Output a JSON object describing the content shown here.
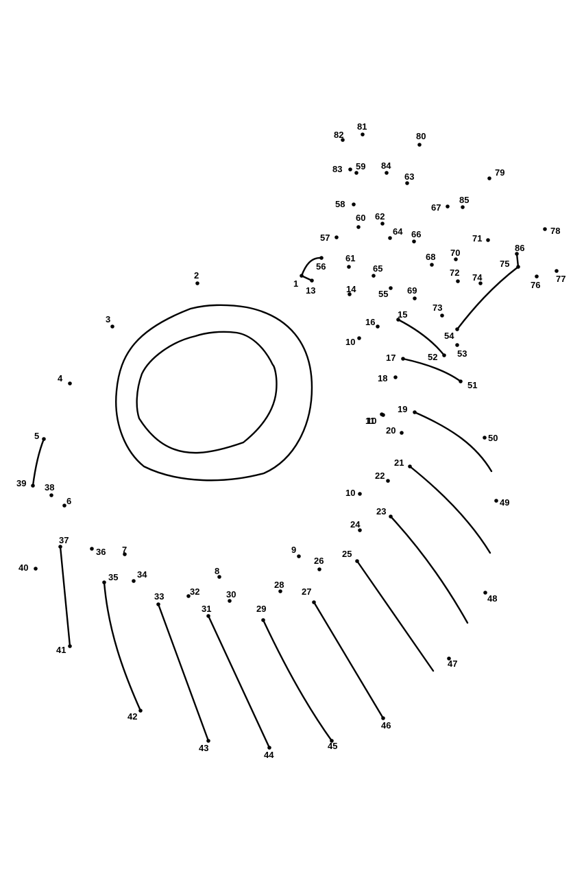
{
  "colors": {
    "ink": "#000000",
    "paper": "#ffffff"
  },
  "labels": [
    "1",
    "2",
    "3",
    "4",
    "5",
    "6",
    "7",
    "8",
    "9",
    "10",
    "10",
    "10",
    "11",
    "13",
    "14",
    "15",
    "16",
    "17",
    "18",
    "19",
    "20",
    "21",
    "22",
    "23",
    "24",
    "25",
    "26",
    "27",
    "28",
    "29",
    "30",
    "31",
    "32",
    "33",
    "34",
    "35",
    "36",
    "37",
    "38",
    "39",
    "40",
    "41",
    "42",
    "43",
    "44",
    "45",
    "46",
    "47",
    "48",
    "49",
    "50",
    "51",
    "52",
    "53",
    "54",
    "55",
    "56",
    "57",
    "58",
    "59",
    "60",
    "61",
    "62",
    "63",
    "64",
    "65",
    "66",
    "67",
    "68",
    "69",
    "70",
    "71",
    "72",
    "73",
    "74",
    "75",
    "76",
    "77",
    "78",
    "79",
    "80",
    "81",
    "82",
    "83",
    "84",
    "85",
    "86"
  ]
}
